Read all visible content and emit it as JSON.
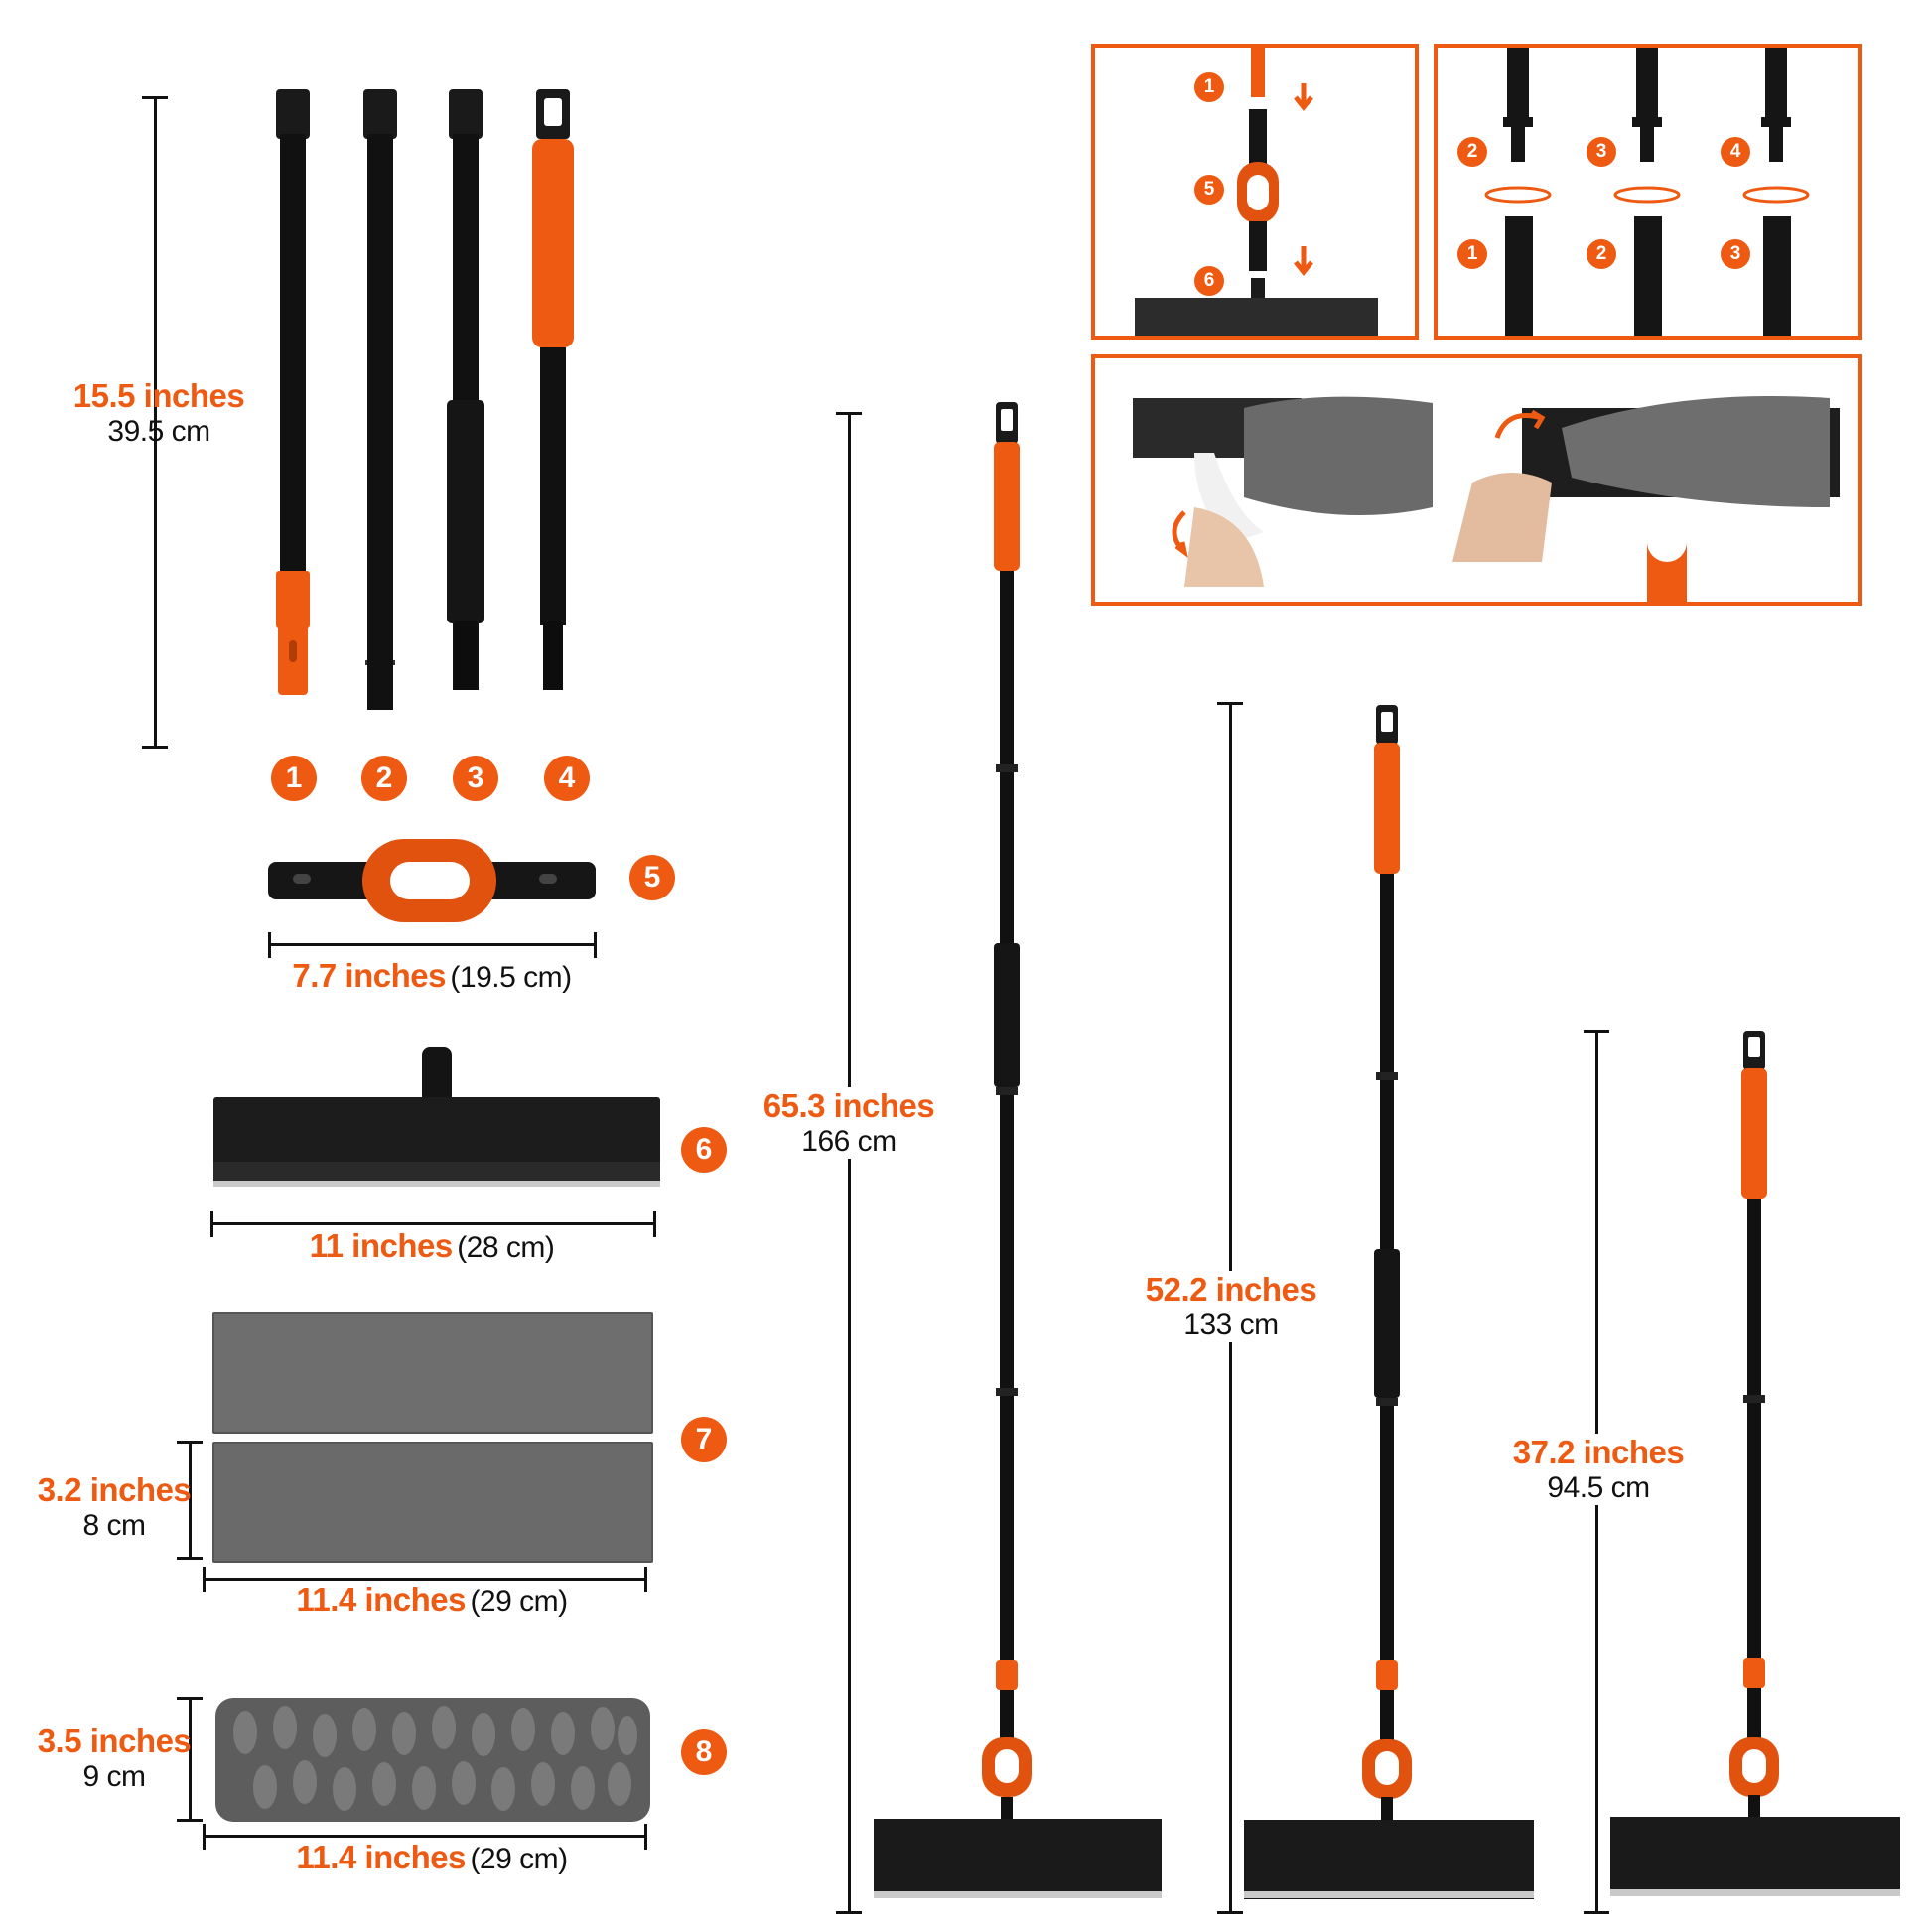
{
  "dimensions": {
    "pole_length": {
      "primary": "15.5 inches",
      "secondary": "39.5 cm"
    },
    "connector_width": {
      "primary": "7.7 inches",
      "secondary": "(19.5 cm)"
    },
    "base_width": {
      "primary": "11 inches",
      "secondary": "(28 cm)"
    },
    "pad_height": {
      "primary": "3.2 inches",
      "secondary": "8 cm"
    },
    "pad_width": {
      "primary": "11.4 inches",
      "secondary": "(29 cm)"
    },
    "chenille_height": {
      "primary": "3.5 inches",
      "secondary": "9 cm"
    },
    "chenille_width": {
      "primary": "11.4 inches",
      "secondary": "(29 cm)"
    },
    "mop_long": {
      "primary": "65.3 inches",
      "secondary": "166 cm"
    },
    "mop_medium": {
      "primary": "52.2 inches",
      "secondary": "133 cm"
    },
    "mop_short": {
      "primary": "37.2 inches",
      "secondary": "94.5 cm"
    }
  },
  "part_numbers": [
    "1",
    "2",
    "3",
    "4",
    "5",
    "6",
    "7",
    "8"
  ],
  "assembly": {
    "panel1_steps": [
      "1",
      "5",
      "6"
    ],
    "panel2_top": [
      "2",
      "3",
      "4"
    ],
    "panel2_bottom": [
      "1",
      "2",
      "3"
    ]
  },
  "colors": {
    "accent": "#ee5a12",
    "pole": "#141414",
    "pad": "#6b6b6b"
  },
  "icons": [
    "down-arrow-icon",
    "rotate-arrow-icon",
    "curved-arrow-icon"
  ]
}
